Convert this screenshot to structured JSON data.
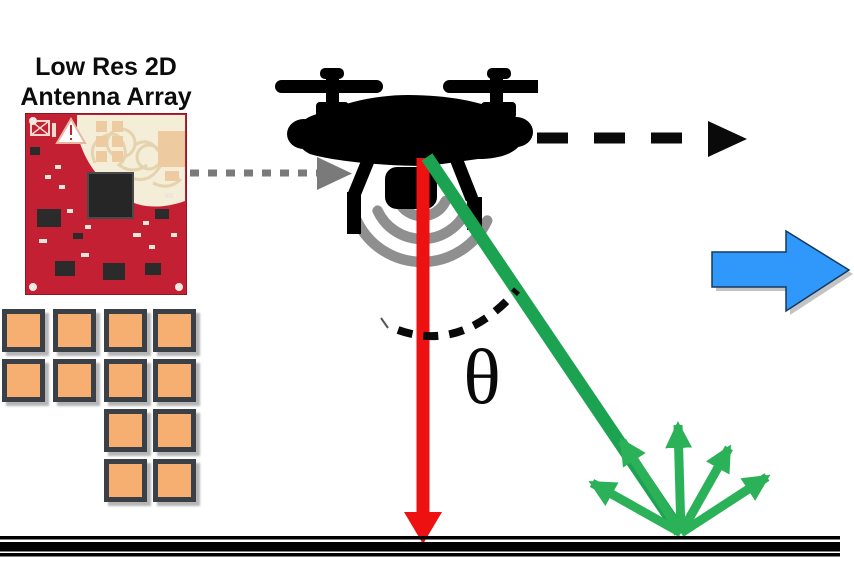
{
  "title": {
    "line1": "Low Res 2D",
    "line2": "Antenna Array"
  },
  "labels": {
    "theta": "θ"
  },
  "antenna_array": {
    "rows": [
      [
        1,
        1,
        1,
        1
      ],
      [
        1,
        1,
        1,
        1
      ],
      [
        0,
        0,
        1,
        1
      ],
      [
        0,
        0,
        1,
        1
      ]
    ],
    "col_x": [
      2,
      53,
      104,
      153
    ],
    "row_y": [
      2,
      52,
      102,
      152
    ]
  },
  "icons": [
    "pcb-image",
    "drone-icon",
    "radar-waves-icon",
    "pcb-pointer-arrow",
    "trajectory-dashed-arrow",
    "vertical-beam-arrow",
    "reflected-beam-line",
    "scatter-arrows",
    "theta-arc",
    "blue-direction-arrow",
    "ground-line"
  ],
  "colors": {
    "red": "#ee1111",
    "green-incident": "#1ba351",
    "green-scatter": "#2bb157",
    "blue": "#2f98fa",
    "blue-border": "#16395f",
    "gray-wave": "#8f8f8f",
    "gray-arrow": "#7a7a7a",
    "ink": "#0a0a0a",
    "orange": "#f7ae71",
    "sq-border": "#3b4046",
    "pcb-red": "#c32033",
    "pcb-cream": "#f4edd8",
    "pcb-patch": "#eecaa1"
  }
}
